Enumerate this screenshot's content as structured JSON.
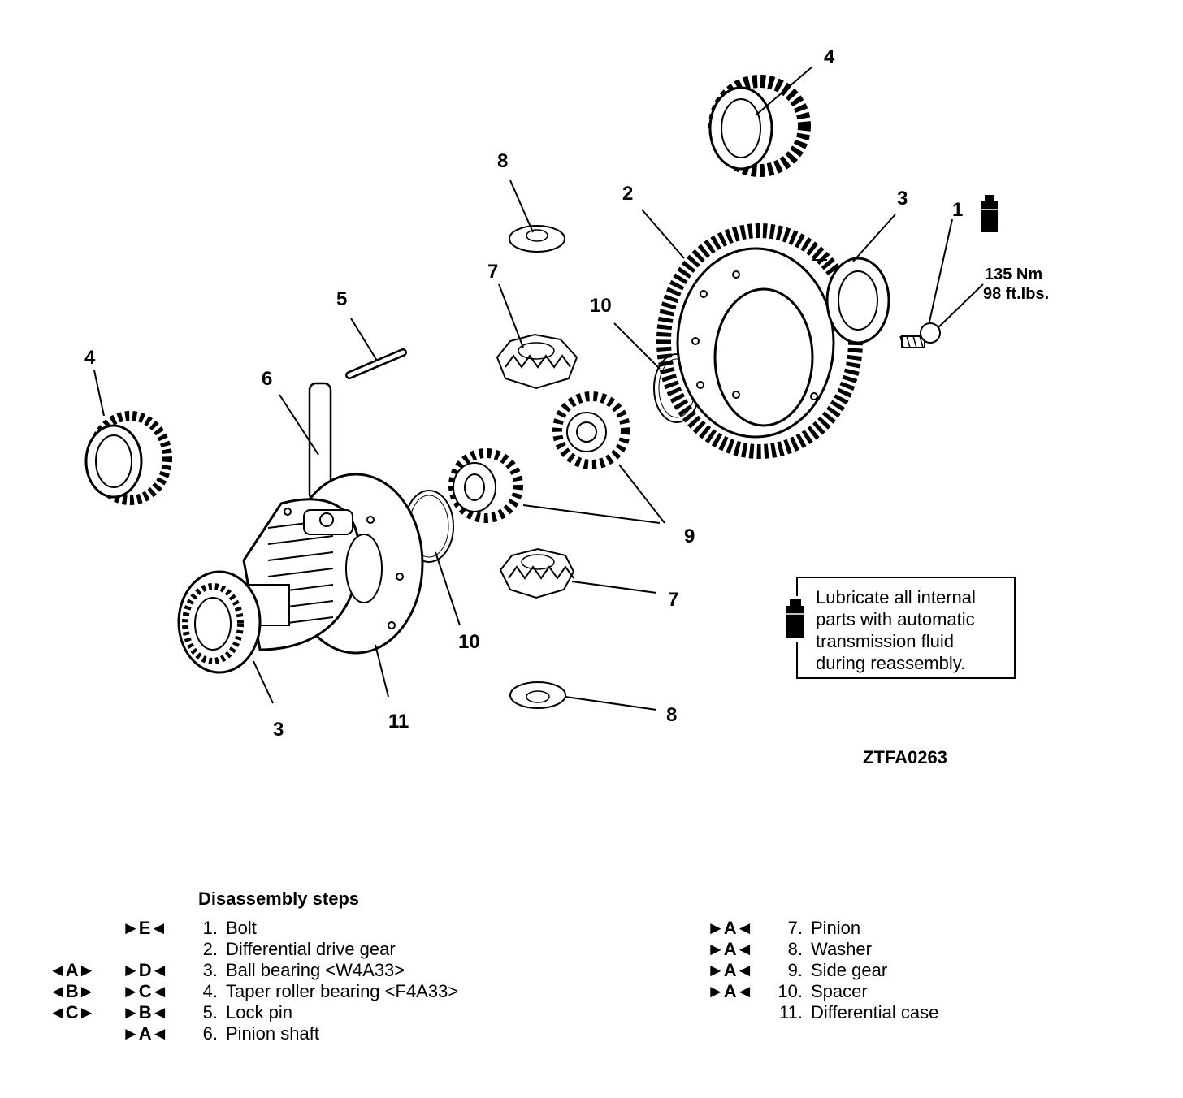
{
  "callouts": {
    "c1": "1",
    "c2": "2",
    "c3a": "3",
    "c3b": "3",
    "c4a": "4",
    "c4b": "4",
    "c5": "5",
    "c6": "6",
    "c7a": "7",
    "c7b": "7",
    "c8a": "8",
    "c8b": "8",
    "c9": "9",
    "c10a": "10",
    "c10b": "10",
    "c11": "11"
  },
  "torque": {
    "metric": "135 Nm",
    "imperial": "98 ft.lbs."
  },
  "figure_code": "ZTFA0263",
  "note": "Lubricate all internal\nparts with automatic\ntransmission fluid\nduring reassembly.",
  "steps_title": "Disassembly steps",
  "steps_left": [
    {
      "ml": "",
      "mr": "►E◄",
      "n": "1.",
      "t": "Bolt"
    },
    {
      "ml": "",
      "mr": "",
      "n": "2.",
      "t": "Differential drive gear"
    },
    {
      "ml": "◄A►",
      "mr": "►D◄",
      "n": "3.",
      "t": "Ball bearing <W4A33>"
    },
    {
      "ml": "◄B►",
      "mr": "►C◄",
      "n": "4.",
      "t": "Taper roller bearing <F4A33>"
    },
    {
      "ml": "◄C►",
      "mr": "►B◄",
      "n": "5.",
      "t": "Lock pin"
    },
    {
      "ml": "",
      "mr": "►A◄",
      "n": "6.",
      "t": "Pinion shaft"
    }
  ],
  "steps_right": [
    {
      "mr": "►A◄",
      "n": "7.",
      "t": "Pinion"
    },
    {
      "mr": "►A◄",
      "n": "8.",
      "t": "Washer"
    },
    {
      "mr": "►A◄",
      "n": "9.",
      "t": "Side gear"
    },
    {
      "mr": "►A◄",
      "n": "10.",
      "t": "Spacer"
    },
    {
      "mr": "",
      "n": "11.",
      "t": "Differential case"
    }
  ]
}
